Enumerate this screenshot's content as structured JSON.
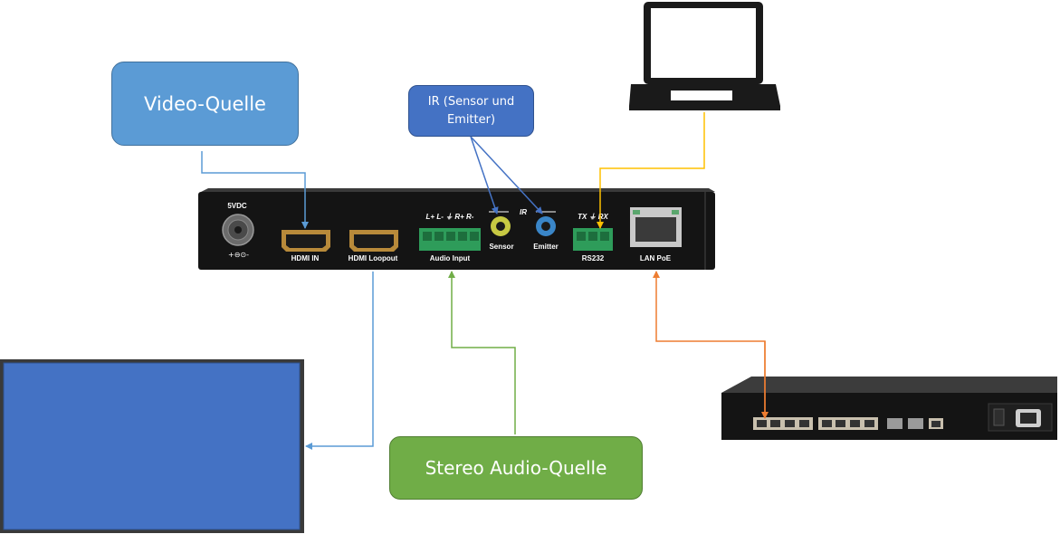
{
  "nodes": {
    "video_source": "Video-Quelle",
    "ir_sensor_emitter": "IR (Sensor und Emitter)",
    "stereo_audio_source": "Stereo Audio-Quelle"
  },
  "device_panel": {
    "power_label": "5VDC",
    "hdmi_in_label": "HDMI IN",
    "hdmi_loopout_label": "HDMI Loopout",
    "audio_channels_label": "L+  L-  ⏚  R+  R-",
    "audio_input_label": "Audio Input",
    "ir_label": "IR",
    "sensor_label": "Sensor",
    "emitter_label": "Emitter",
    "rs232_pins_label": "TX  ⏚  RX",
    "rs232_label": "RS232",
    "lan_label": "LAN PoE"
  },
  "colors": {
    "video_source_fill": "#5b9bd5",
    "ir_box_fill": "#4472c4",
    "audio_source_fill": "#70ad47",
    "display_fill": "#4472c4",
    "hdmi_line": "#5b9bd5",
    "ir_line": "#4472c4",
    "audio_line": "#70ad47",
    "rs232_line": "#ffc000",
    "lan_line": "#ed7d31",
    "device_body": "#141414"
  }
}
